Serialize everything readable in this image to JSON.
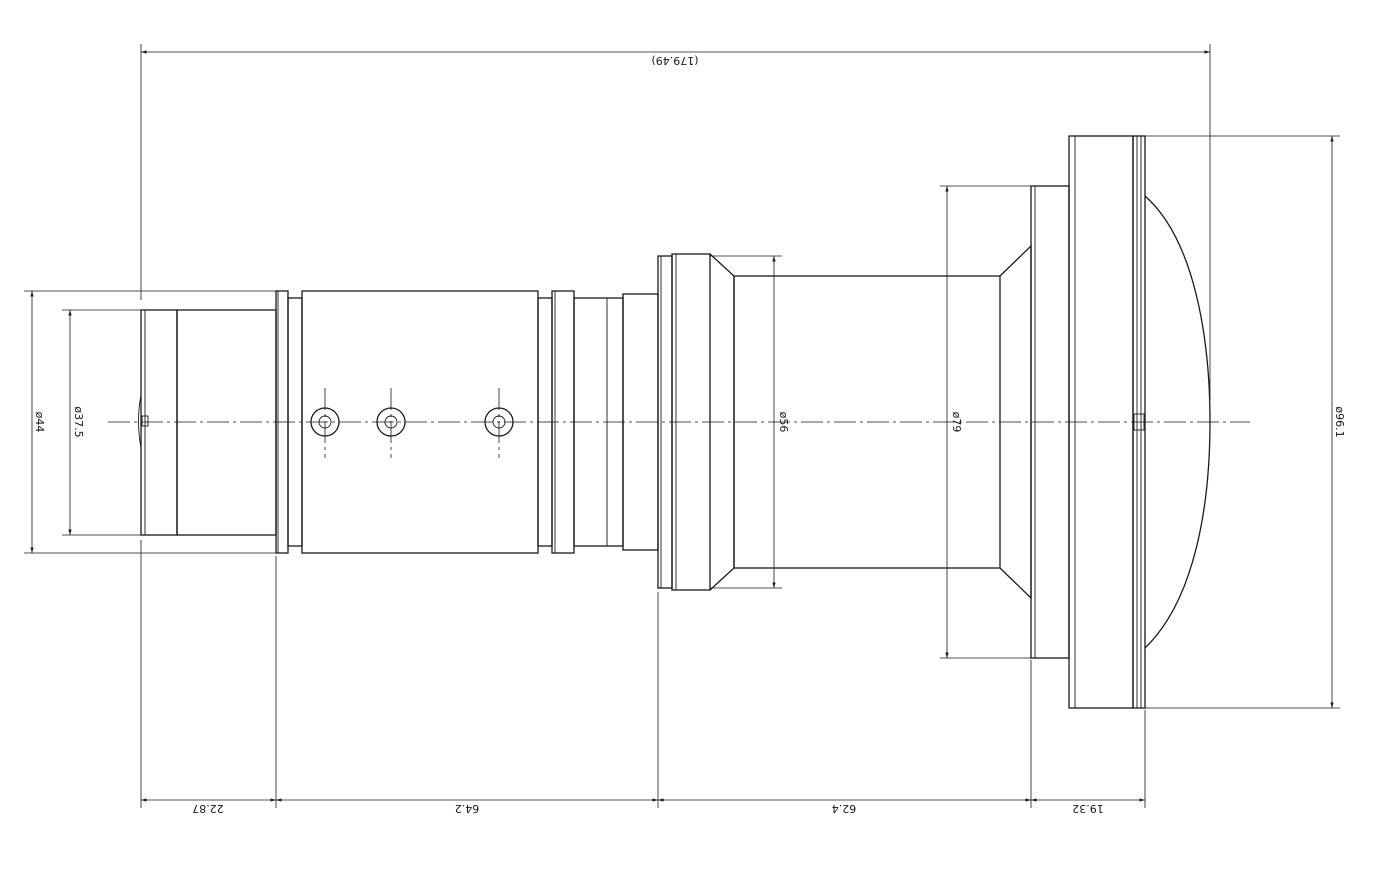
{
  "drawing": {
    "dimensions": {
      "overall_length": "(179.49)",
      "seg_1": "22.87",
      "seg_2": "64.2",
      "seg_3": "62.4",
      "seg_4": "19.32",
      "dia_44": "ø44",
      "dia_37_5": "ø37.5",
      "dia_56": "ø56",
      "dia_79": "ø79",
      "dia_96_1": "ø96.1"
    }
  }
}
